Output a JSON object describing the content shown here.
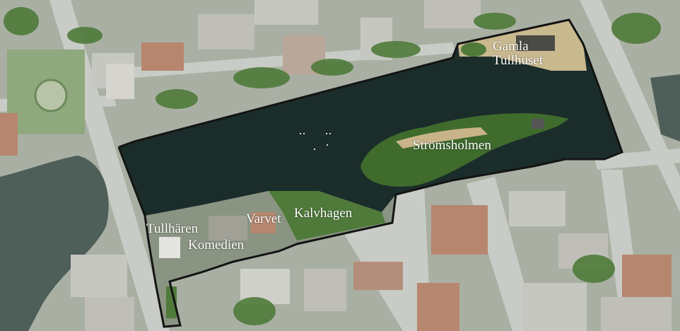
{
  "map": {
    "labels": {
      "gamla_line1": "Gamla",
      "gamla_line2": "Tullhuset",
      "stromsholmen": "Strömsholmen",
      "tullharen": "Tullhären",
      "komedien": "Komedien",
      "varvet": "Varvet",
      "kalvhagen": "Kalvhagen"
    },
    "colors": {
      "water": "#1b2d2a",
      "land_base": "#a9b0a3",
      "roads": "#c9ccc6",
      "buildings_light": "#c7c7c2",
      "buildings_red": "#b7866f",
      "trees": "#4f7a3a",
      "border": "#141414"
    }
  }
}
